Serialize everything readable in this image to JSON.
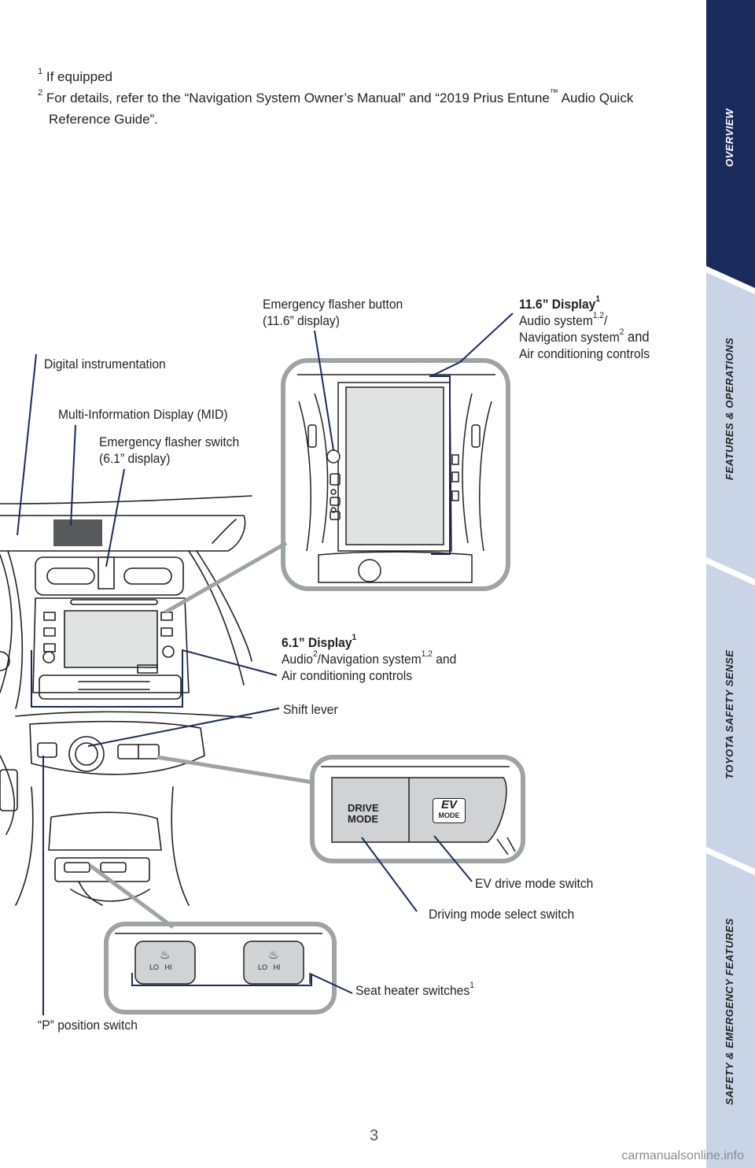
{
  "footnotes": {
    "fn1_mark": "1",
    "fn1_text": " If equipped",
    "fn2_mark": "2",
    "fn2_text": " For details, refer to the “Navigation System Owner’s Manual” and “2019 Prius Entune",
    "fn2_tm": "™",
    "fn2_text_b": " Audio Quick",
    "fn2_text_c": "Reference Guide”."
  },
  "labels": {
    "emergency_button_l1": "Emergency flasher button",
    "emergency_button_l2": "(11.6” display)",
    "display116_title": "11.6” Display",
    "display116_sup": "1",
    "display116_l2a": "Audio system",
    "display116_l2sup": "1,2",
    "display116_l2b": "/",
    "display116_l3a": "Navigation system",
    "display116_l3sup": "2",
    "display116_l3b": " and",
    "display116_l4": "Air conditioning controls",
    "digital_instrumentation": "Digital instrumentation",
    "mid": "Multi-Information Display (MID)",
    "emergency_switch_l1": "Emergency flasher switch",
    "emergency_switch_l2": "(6.1” display)",
    "display61_title": "6.1” Display",
    "display61_sup": "1",
    "display61_l2a": "Audio",
    "display61_l2sup1": "2",
    "display61_l2b": "/Navigation system",
    "display61_l2sup2": "1,2",
    "display61_l2c": " and",
    "display61_l3": "Air conditioning controls",
    "shift_lever": "Shift lever",
    "ev_drive_mode": "EV drive mode switch",
    "driving_mode": "Driving mode select switch",
    "seat_heater": "Seat heater switches",
    "seat_heater_sup": "1",
    "p_position": "“P” position switch"
  },
  "buttons": {
    "drive_mode_l1": "DRIVE",
    "drive_mode_l2": "MODE",
    "ev_l1": "EV",
    "ev_l2": "MODE",
    "seat_lo": "LO",
    "seat_hi": "HI"
  },
  "tabs": {
    "overview": "OVERVIEW",
    "features": "FEATURES & OPERATIONS",
    "tss": "TOYOTA SAFETY SENSE",
    "safety": "SAFETY & EMERGENCY FEATURES"
  },
  "colors": {
    "active_tab": "#1b2a5c",
    "inactive_tab": "#c9d4e6",
    "leader_line": "#1b2a5c",
    "callout_frame": "#9ea3a6"
  },
  "page_number": "3",
  "watermark": "carmanualsonline.info"
}
